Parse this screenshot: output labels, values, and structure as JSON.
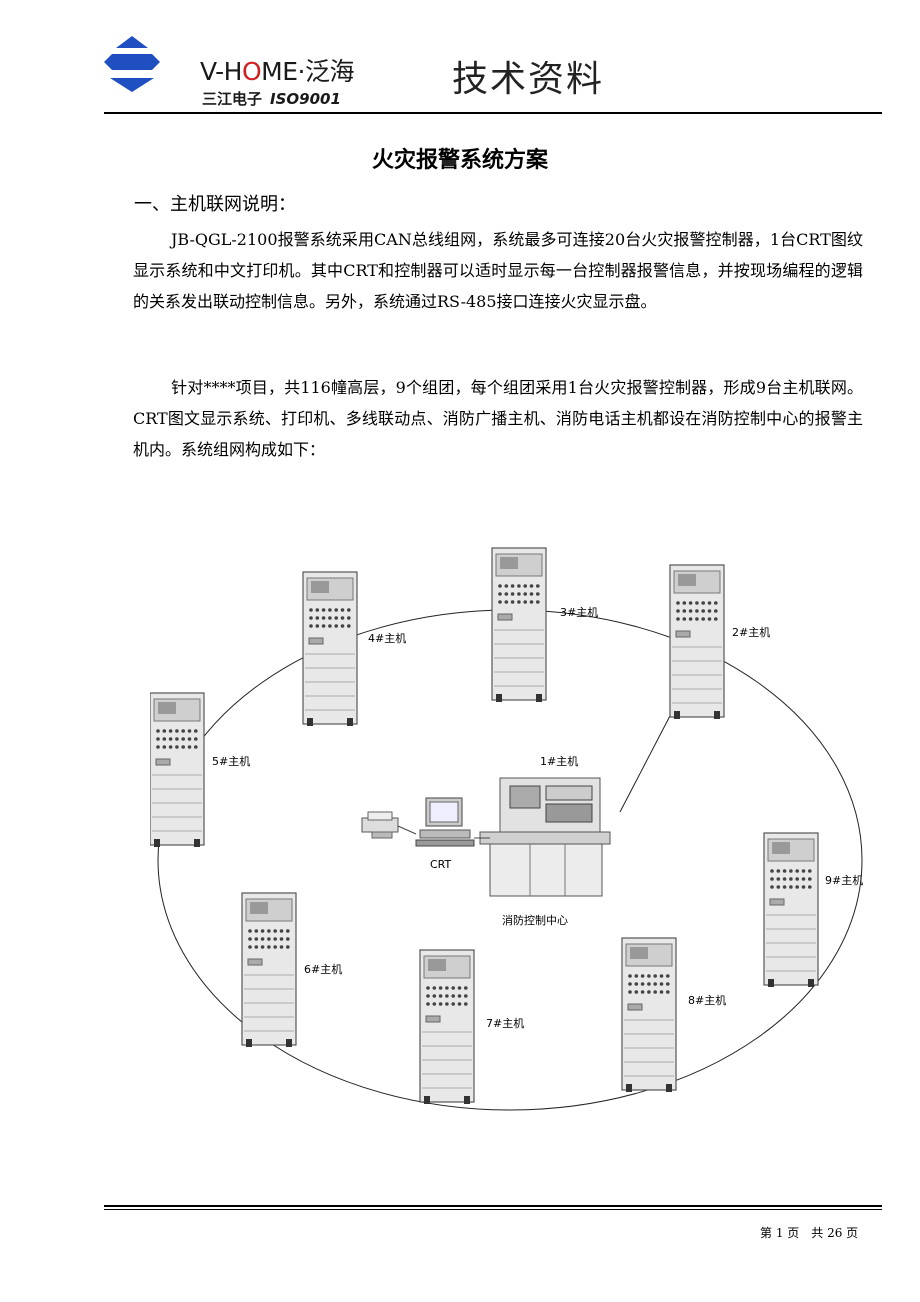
{
  "header": {
    "brand_left": "V-H",
    "brand_o": "O",
    "brand_right": "ME·",
    "brand_cn": "泛海",
    "company": "三江电子",
    "iso": "ISO9001",
    "title": "技术资料"
  },
  "document": {
    "title": "火灾报警系统方案",
    "section_heading": "一、主机联网说明：",
    "paragraphs": [
      "JB-QGL-2100报警系统采用CAN总线组网，系统最多可连接20台火灾报警控制器，1台CRT图纹显示系统和中文打印机。其中CRT和控制器可以适时显示每一台控制器报警信息，并按现场编程的逻辑的关系发出联动控制信息。另外，系统通过RS-485接口连接火灾显示盘。",
      "针对****项目，共116幢高层，9个组团，每个组团采用1台火灾报警控制器，形成9台主机联网。CRT图文显示系统、打印机、多线联动点、消防广播主机、消防电话主机都设在消防控制中心的报警主机内。系统组网构成如下："
    ]
  },
  "diagram": {
    "host_labels": [
      "1#主机",
      "2#主机",
      "3#主机",
      "4#主机",
      "5#主机",
      "6#主机",
      "7#主机",
      "8#主机",
      "9#主机"
    ],
    "crt_label": "CRT",
    "center_label": "消防控制中心"
  },
  "footer": {
    "page_text": "第 1 页　共 26 页"
  },
  "colors": {
    "logo_blue": "#1f4fc0",
    "brand_red": "#d02020"
  }
}
